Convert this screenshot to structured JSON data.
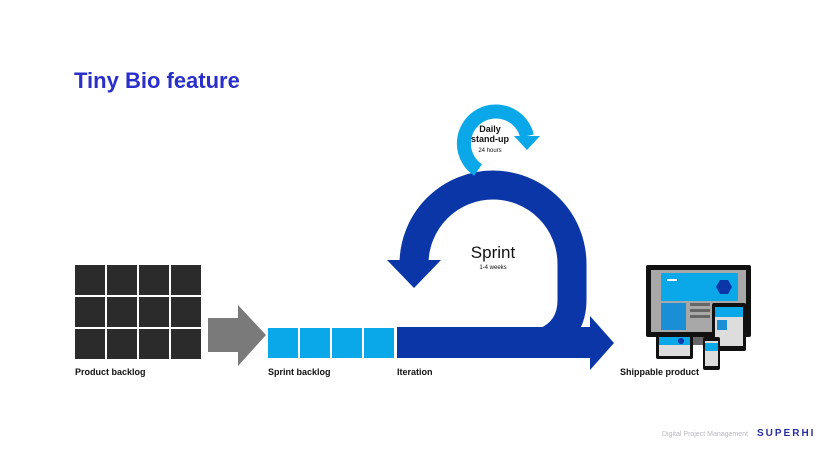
{
  "title": "Tiny Bio feature",
  "labels": {
    "product_backlog": "Product backlog",
    "sprint_backlog": "Sprint backlog",
    "iteration": "Iteration",
    "shippable_product": "Shippable product"
  },
  "sprint": {
    "title": "Sprint",
    "duration": "1-4 weeks"
  },
  "standup": {
    "title_line1": "Daily",
    "title_line2": "stand-up",
    "duration": "24 hours"
  },
  "footer": {
    "text": "Digital Project Management",
    "logo": "SUPERHI"
  },
  "colors": {
    "title": "#2a2fc9",
    "dark_blue": "#0b36a8",
    "light_blue": "#0aa8e8",
    "backlog": "#2b2b2b",
    "arrow_gray": "#7a7a7a"
  }
}
